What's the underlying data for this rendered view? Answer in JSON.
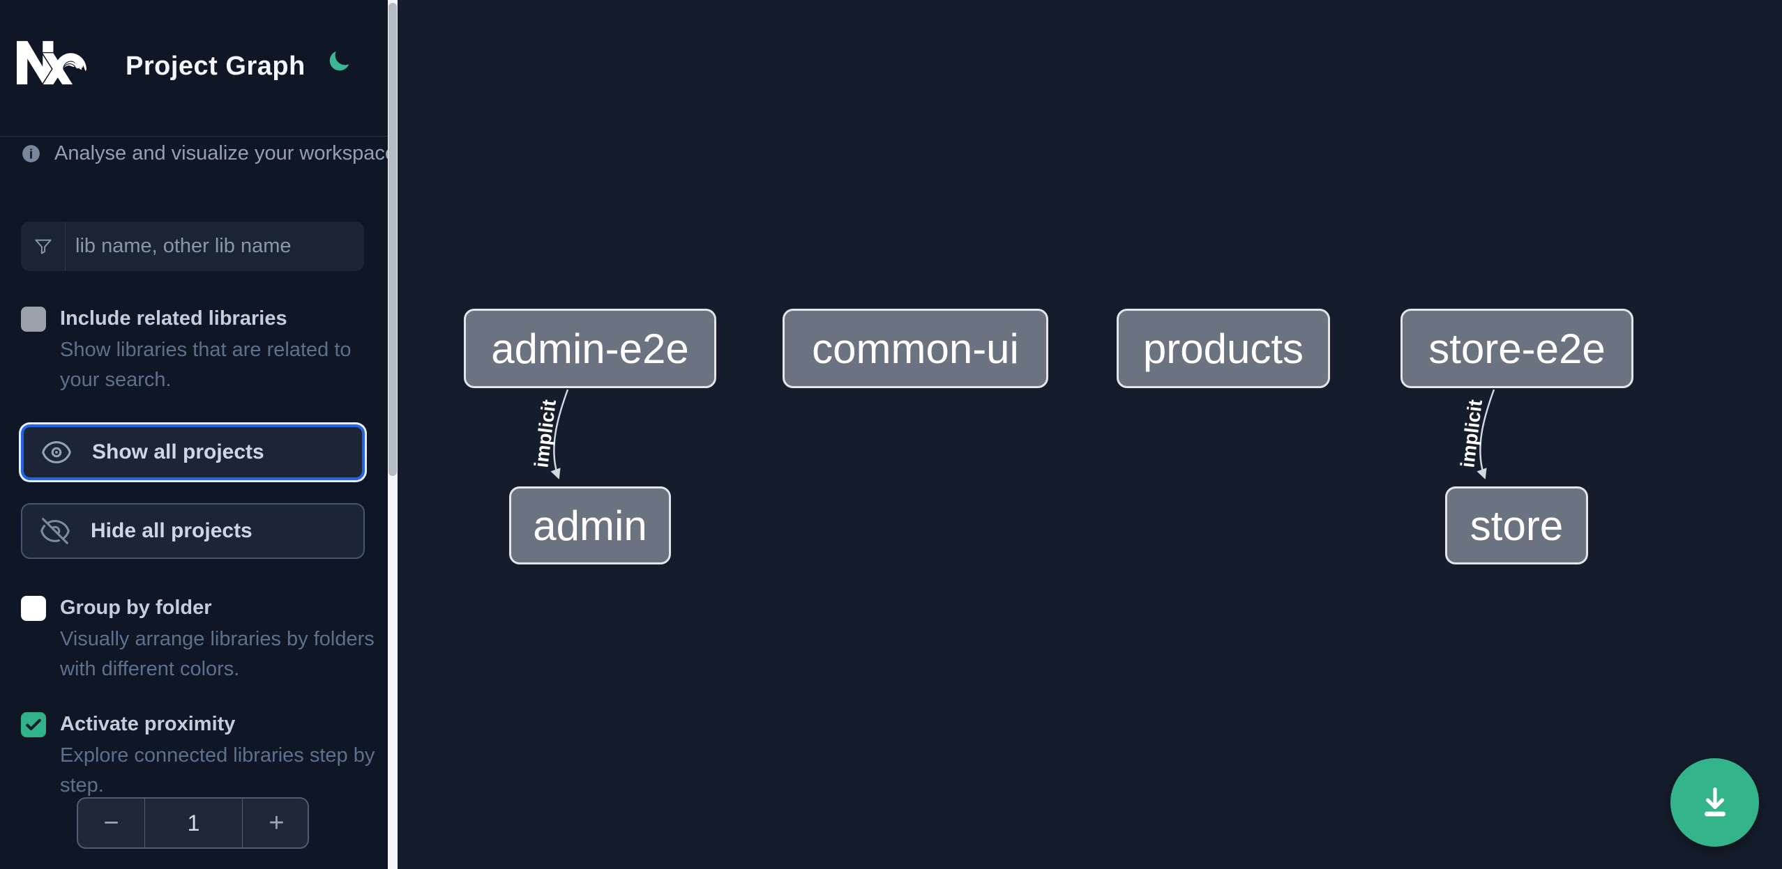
{
  "header": {
    "title": "Project Graph"
  },
  "sidebar": {
    "tagline": "Analyse and visualize your workspace.",
    "filter_placeholder": "lib name, other lib name",
    "filter_value": "",
    "show_all_label": "Show all projects",
    "hide_all_label": "Hide all projects",
    "toggles": [
      {
        "label": "Include related libraries",
        "description": "Show libraries that are related to your search.",
        "checked": false
      },
      {
        "label": "Group by folder",
        "description": "Visually arrange libraries by folders with different colors.",
        "checked": false
      },
      {
        "label": "Activate proximity",
        "description": "Explore connected libraries step by step.",
        "checked": true
      }
    ],
    "stepper": {
      "decrement": "−",
      "value": "1",
      "increment": "+"
    }
  },
  "graph": {
    "nodes": [
      {
        "label": "admin-e2e"
      },
      {
        "label": "common-ui"
      },
      {
        "label": "products"
      },
      {
        "label": "store-e2e"
      },
      {
        "label": "admin"
      },
      {
        "label": "store"
      }
    ],
    "edges": [
      {
        "from": "admin-e2e",
        "to": "admin",
        "label": "implicit"
      },
      {
        "from": "store-e2e",
        "to": "store",
        "label": "implicit"
      }
    ]
  },
  "colors": {
    "accent_green": "#34b48a",
    "focus_blue": "#2563eb",
    "node_fill": "#6b7280",
    "sidebar_bg": "#0f1626",
    "canvas_bg": "#151c2b"
  }
}
